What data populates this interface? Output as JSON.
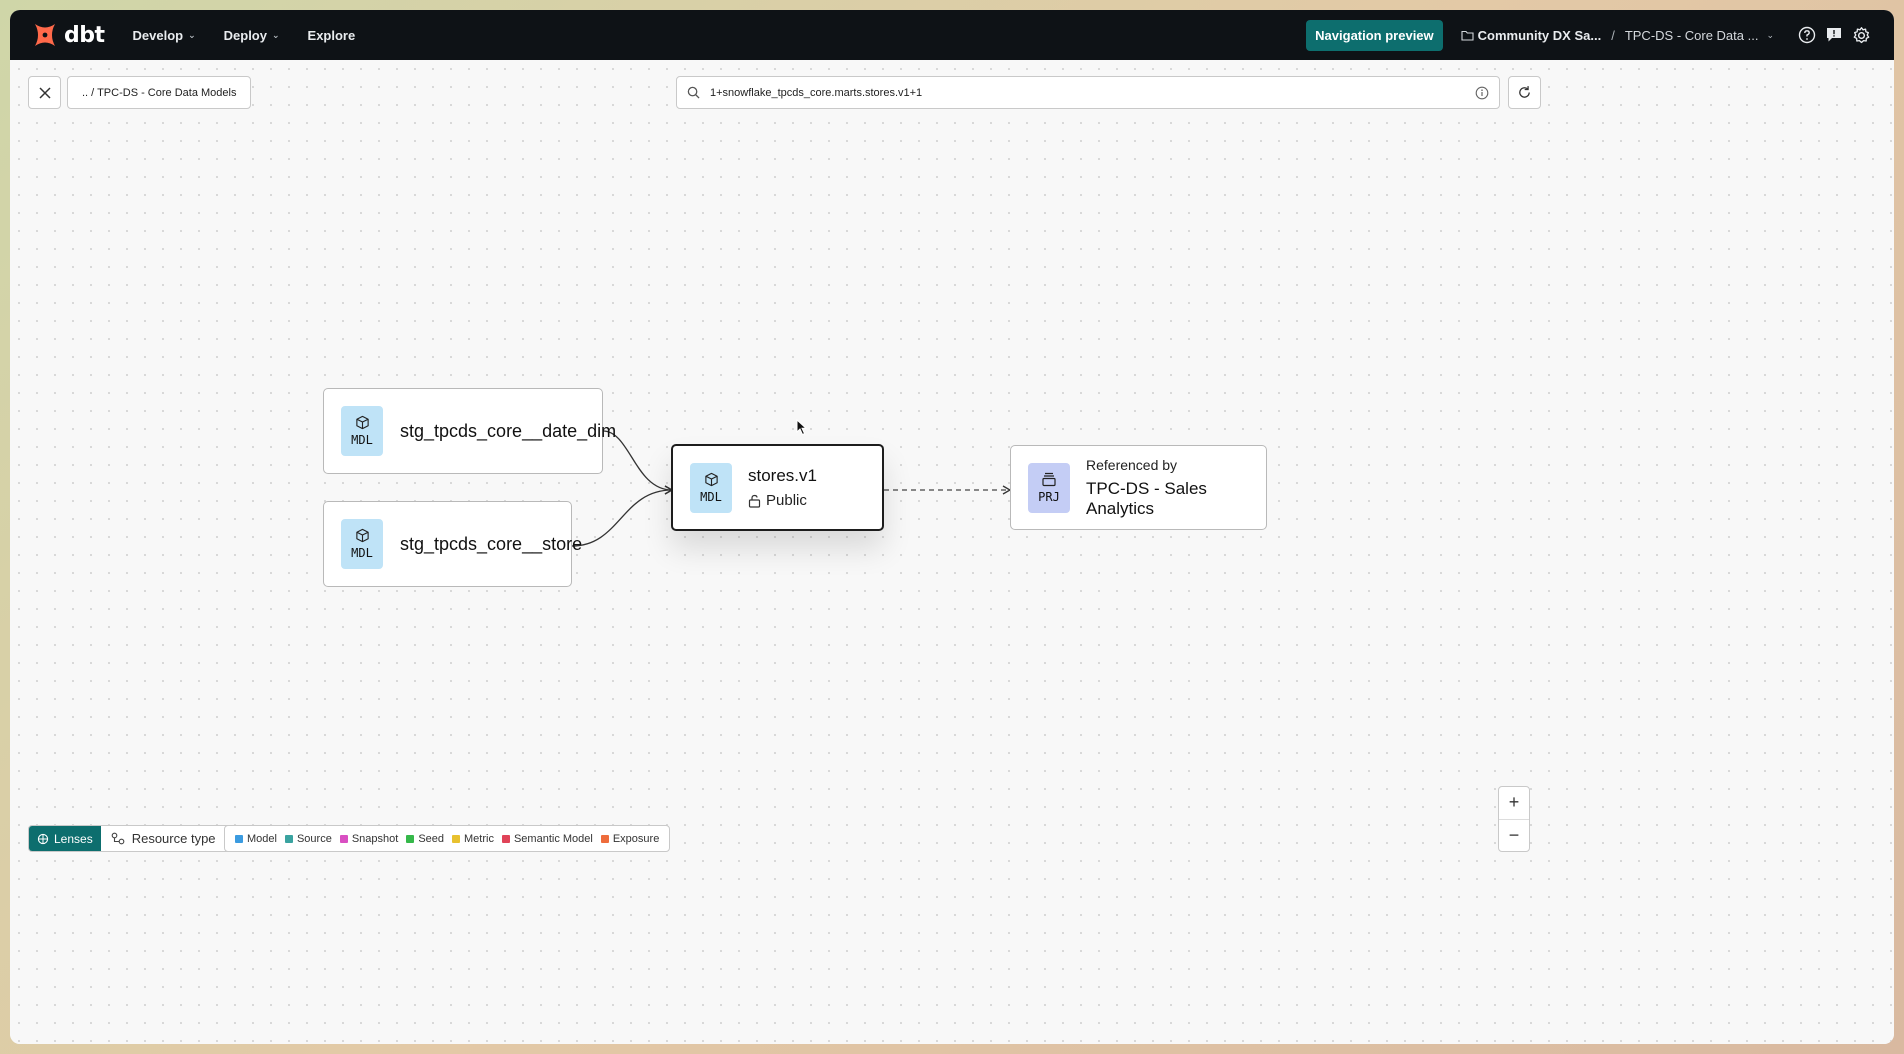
{
  "app": {
    "logo_text": "dbt"
  },
  "nav": {
    "items": [
      {
        "label": "Develop",
        "has_menu": true
      },
      {
        "label": "Deploy",
        "has_menu": true
      },
      {
        "label": "Explore",
        "has_menu": false
      }
    ],
    "preview_button": "Navigation preview",
    "breadcrumb": {
      "account": "Community DX Sa...",
      "separator": "/",
      "project": "TPC-DS - Core Data ..."
    }
  },
  "toolbar": {
    "path": ".. / TPC-DS - Core Data Models",
    "search_value": "1+snowflake_tpcds_core.marts.stores.v1+1"
  },
  "nodes": [
    {
      "title": "stg_tpcds_core__date_dim",
      "badge": "MDL"
    },
    {
      "title": "stg_tpcds_core__store",
      "badge": "MDL"
    },
    {
      "title": "stores.v1",
      "badge": "MDL",
      "access": "Public"
    },
    {
      "label": "Referenced by",
      "title": "TPC-DS - Sales Analytics",
      "badge": "PRJ"
    }
  ],
  "bottom": {
    "lenses_label": "Lenses",
    "resource_type_label": "Resource type",
    "legend": [
      {
        "label": "Model",
        "color": "#3b9be0"
      },
      {
        "label": "Source",
        "color": "#3aa3a0"
      },
      {
        "label": "Snapshot",
        "color": "#d94fc2"
      },
      {
        "label": "Seed",
        "color": "#35b84a"
      },
      {
        "label": "Metric",
        "color": "#e8c12f"
      },
      {
        "label": "Semantic Model",
        "color": "#e04358"
      },
      {
        "label": "Exposure",
        "color": "#ee6c3c"
      }
    ],
    "zoom_in": "+",
    "zoom_out": "−"
  },
  "colors": {
    "nav_bg": "#0e1216",
    "accent": "#0d6e6e",
    "logo": "#ff694a"
  }
}
